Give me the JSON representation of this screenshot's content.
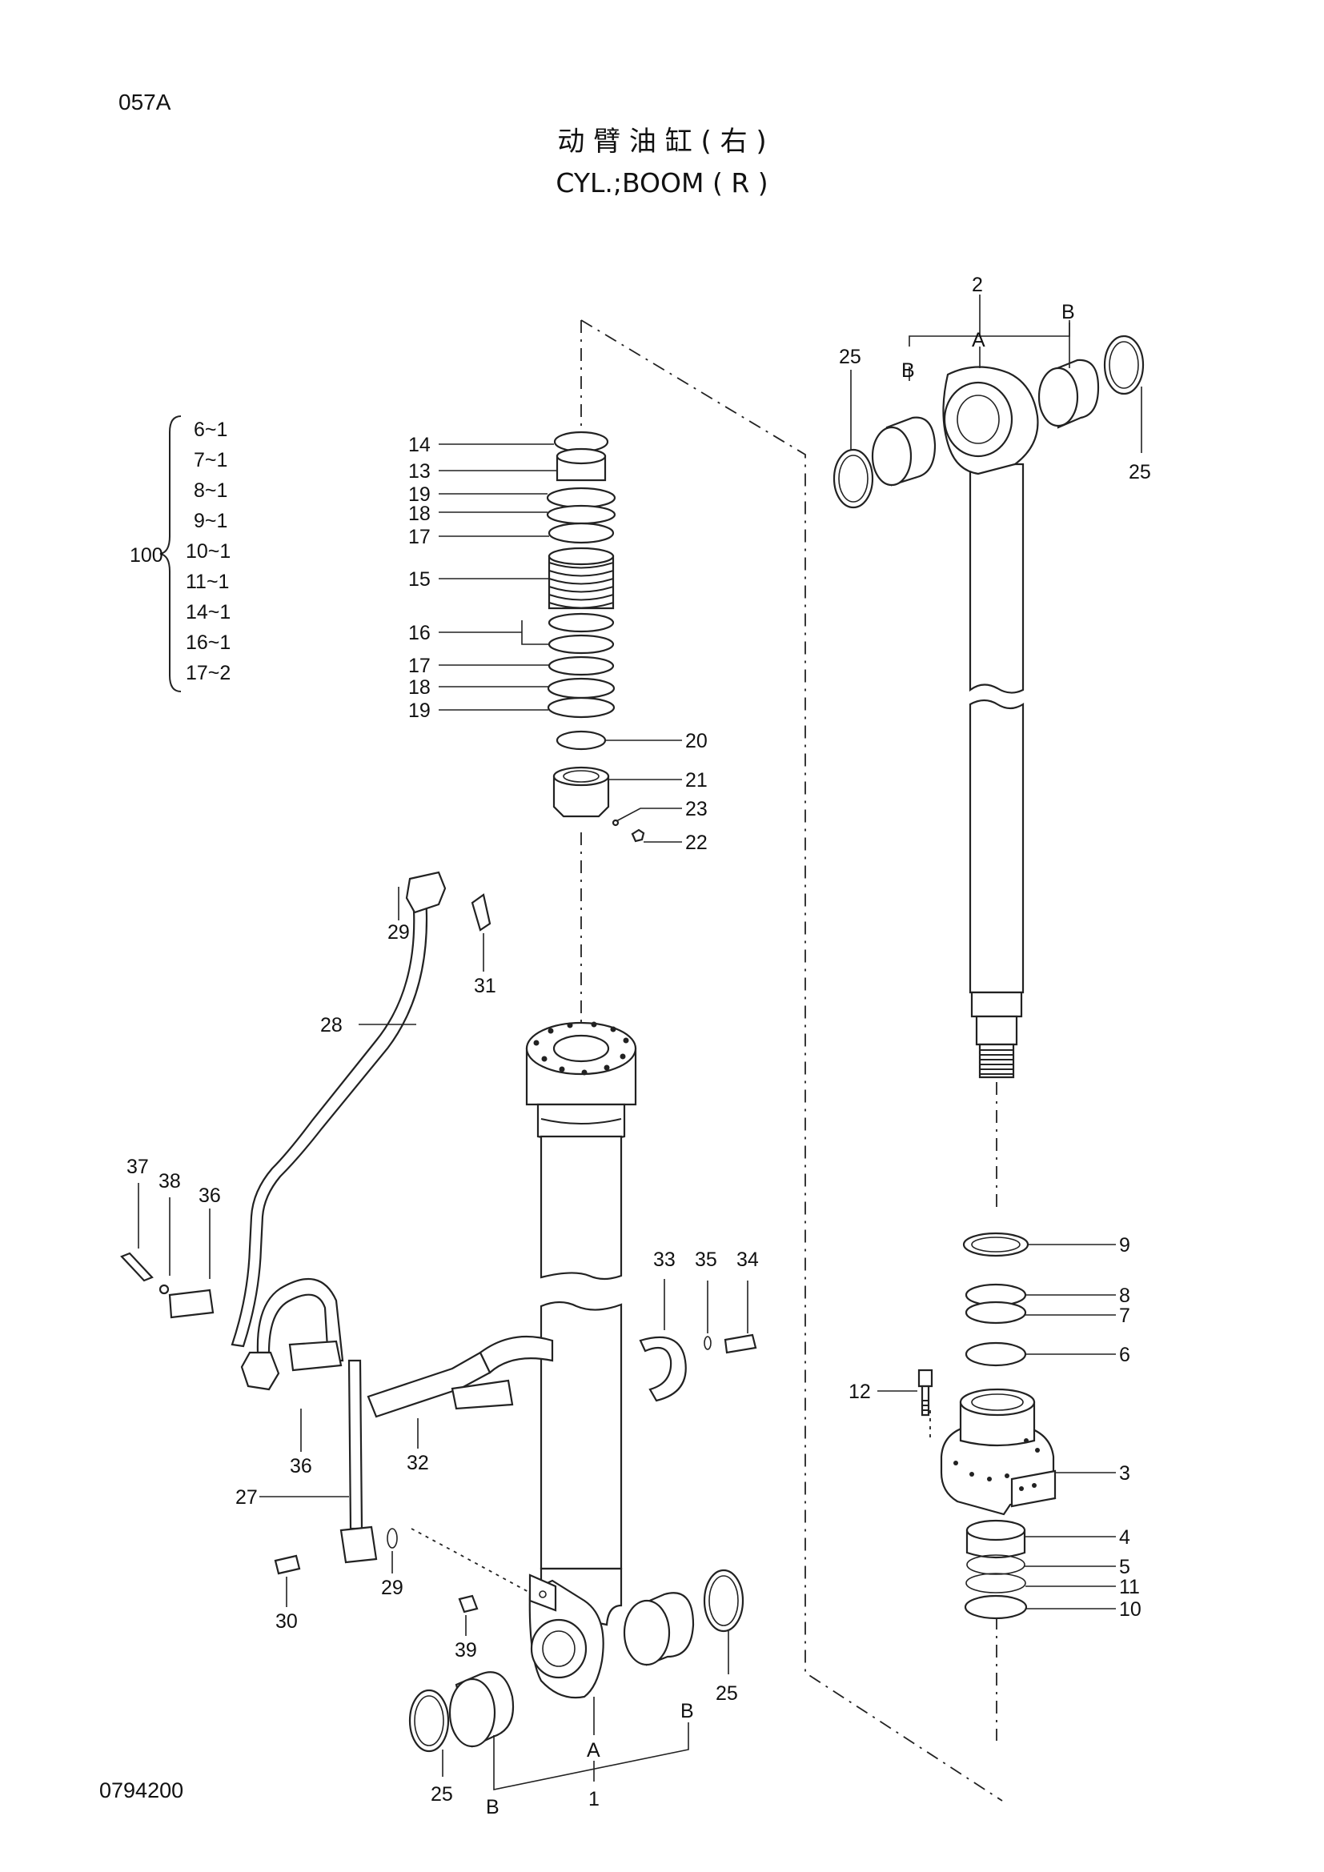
{
  "page_code": "057A",
  "title_cn": "动 臂 油 缸 ( 右 )",
  "title_en": "CYL.;BOOM ( R )",
  "doc_number": "0794200",
  "kit": {
    "number": "100",
    "contents": [
      "6~1",
      "7~1",
      "8~1",
      "9~1",
      "10~1",
      "11~1",
      "14~1",
      "16~1",
      "17~2"
    ]
  },
  "callouts": {
    "c1": "1",
    "c2": "2",
    "c3": "3",
    "c4": "4",
    "c5": "5",
    "c6": "6",
    "c7": "7",
    "c8": "8",
    "c9": "9",
    "c10": "10",
    "c11": "11",
    "c12": "12",
    "c13": "13",
    "c14": "14",
    "c15": "15",
    "c16": "16",
    "c17a": "17",
    "c17b": "17",
    "c18a": "18",
    "c18b": "18",
    "c19a": "19",
    "c19b": "19",
    "c20": "20",
    "c21": "21",
    "c22": "22",
    "c23": "23",
    "c25a": "25",
    "c25b": "25",
    "c25c": "25",
    "c25d": "25",
    "c27": "27",
    "c28": "28",
    "c29a": "29",
    "c29b": "29",
    "c30": "30",
    "c31": "31",
    "c32": "32",
    "c33": "33",
    "c34": "34",
    "c35": "35",
    "c36a": "36",
    "c36b": "36",
    "c37": "37",
    "c38": "38",
    "c39": "39"
  },
  "letters": {
    "a_top": "A",
    "b_top_left": "B",
    "b_top_right": "B",
    "a_bottom": "A",
    "b_bottom_left": "B",
    "b_bottom_right": "B"
  }
}
